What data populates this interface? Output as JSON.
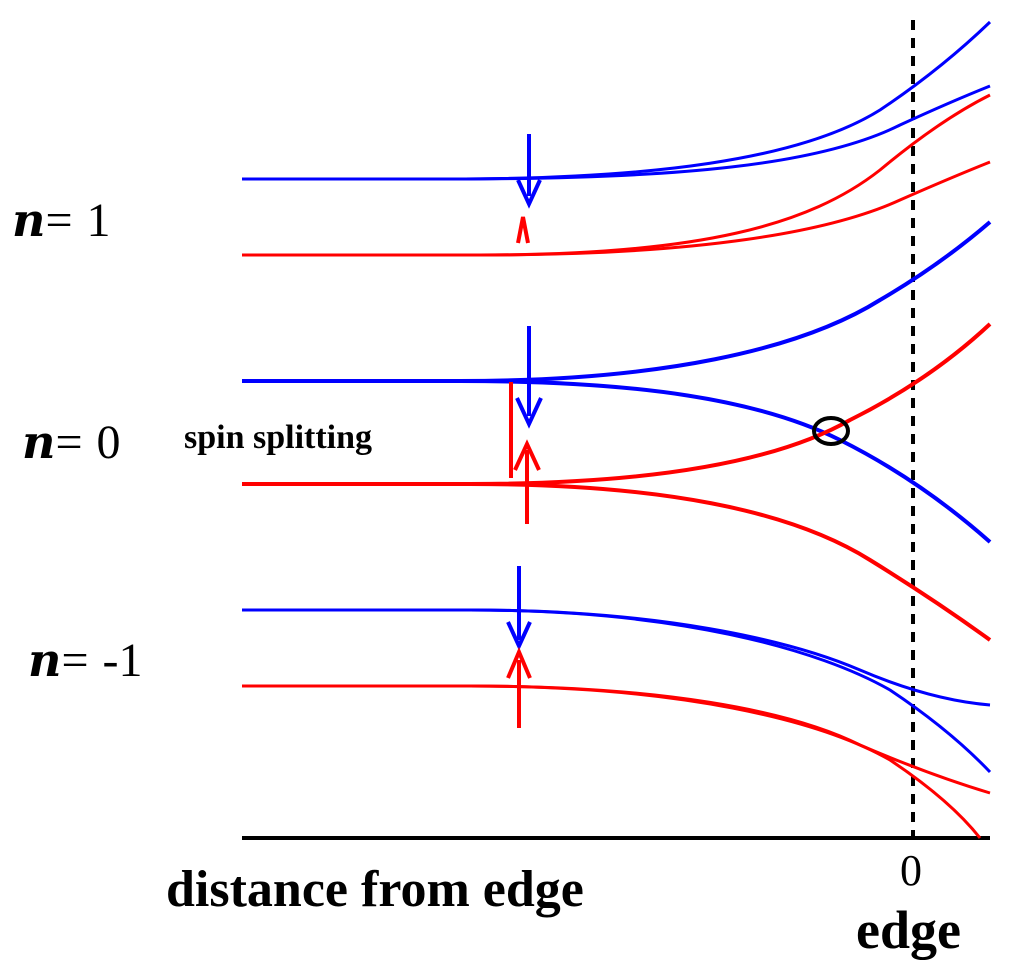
{
  "colors": {
    "spin_up": "#0000ff",
    "spin_down": "#ff0000",
    "axis": "#000000"
  },
  "levels": [
    {
      "n_symbol": "n",
      "equals": "=",
      "value": "1"
    },
    {
      "n_symbol": "n",
      "equals": "=",
      "value": "0"
    },
    {
      "n_symbol": "n",
      "equals": "=",
      "value": "-1"
    }
  ],
  "annotations": {
    "spin_splitting": "spin splitting",
    "crossing_marker": "circle"
  },
  "axis": {
    "xlabel": "distance from edge",
    "zero_tick": "0",
    "edge_label": "edge"
  },
  "icons": {
    "spin_up": "arrow-up-icon",
    "spin_down": "arrow-down-icon"
  }
}
